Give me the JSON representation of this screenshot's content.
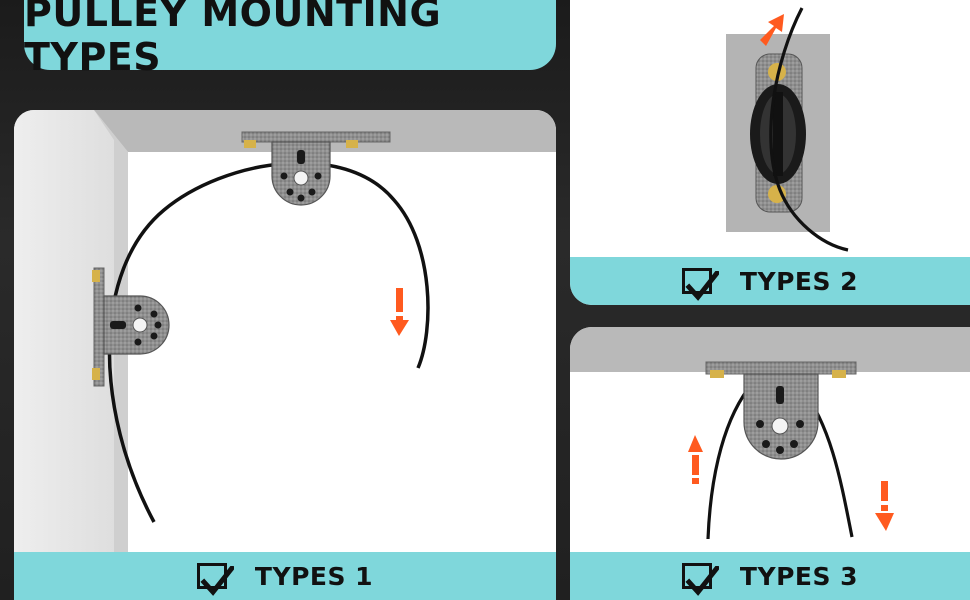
{
  "title": "PULLEY MOUNTING TYPES",
  "panels": [
    {
      "caption": "TYPES 1"
    },
    {
      "caption": "TYPES 2"
    },
    {
      "caption": "TYPES 3"
    }
  ],
  "colors": {
    "accent": "#7fd7db",
    "arrow": "#ff5a1f",
    "ceiling": "#b8b8b8",
    "bracket": "#9a9a9a",
    "cable": "#111111"
  },
  "icons": [
    "checkbox-icon",
    "up-arrow-icon",
    "down-arrow-icon",
    "pulley-icon"
  ]
}
